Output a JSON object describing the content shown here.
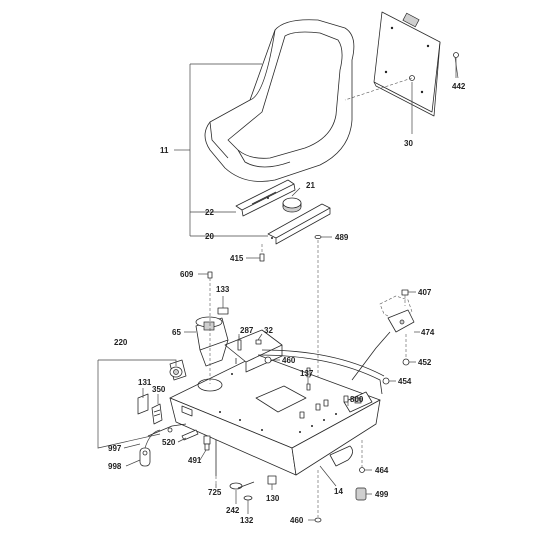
{
  "labels": {
    "l442": "442",
    "l30": "30",
    "l11": "11",
    "l21": "21",
    "l22": "22",
    "l20": "20",
    "l489": "489",
    "l415": "415",
    "l609": "609",
    "l133": "133",
    "l65": "65",
    "l287": "287",
    "l32": "32",
    "l220": "220",
    "l460a": "460",
    "l137": "137",
    "l131": "131",
    "l350": "350",
    "l800": "800",
    "l407": "407",
    "l474": "474",
    "l452": "452",
    "l454": "454",
    "l997": "997",
    "l520": "520",
    "l491": "491",
    "l998": "998",
    "l725": "725",
    "l14": "14",
    "l464": "464",
    "l499": "499",
    "l242": "242",
    "l130": "130",
    "l132": "132",
    "l460b": "460"
  }
}
